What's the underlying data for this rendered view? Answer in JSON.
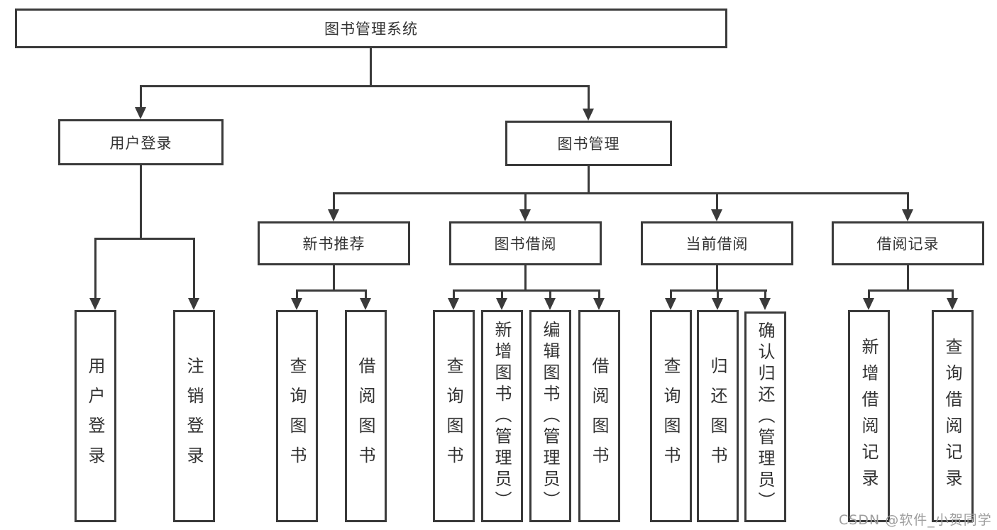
{
  "colors": {
    "line": "#3a3a3a",
    "text": "#333333",
    "box_background": "#ffffff",
    "watermark": "#9e9e9e"
  },
  "tree": {
    "label": "图书管理系统",
    "children": [
      {
        "label": "用户登录",
        "children": [
          {
            "label": "用户登录"
          },
          {
            "label": "注销登录"
          }
        ]
      },
      {
        "label": "图书管理",
        "children": [
          {
            "label": "新书推荐",
            "children": [
              {
                "label": "查询图书"
              },
              {
                "label": "借阅图书"
              }
            ]
          },
          {
            "label": "图书借阅",
            "children": [
              {
                "label": "查询图书"
              },
              {
                "label": "新增图书（管理员）"
              },
              {
                "label": "编辑图书（管理员）"
              },
              {
                "label": "借阅图书"
              }
            ]
          },
          {
            "label": "当前借阅",
            "children": [
              {
                "label": "查询图书"
              },
              {
                "label": "归还图书"
              },
              {
                "label": "确认归还（管理员）"
              }
            ]
          },
          {
            "label": "借阅记录",
            "children": [
              {
                "label": "新增借阅记录"
              },
              {
                "label": "查询借阅记录"
              }
            ]
          }
        ]
      }
    ]
  },
  "watermark": "CSDN @软件_小贺同学"
}
